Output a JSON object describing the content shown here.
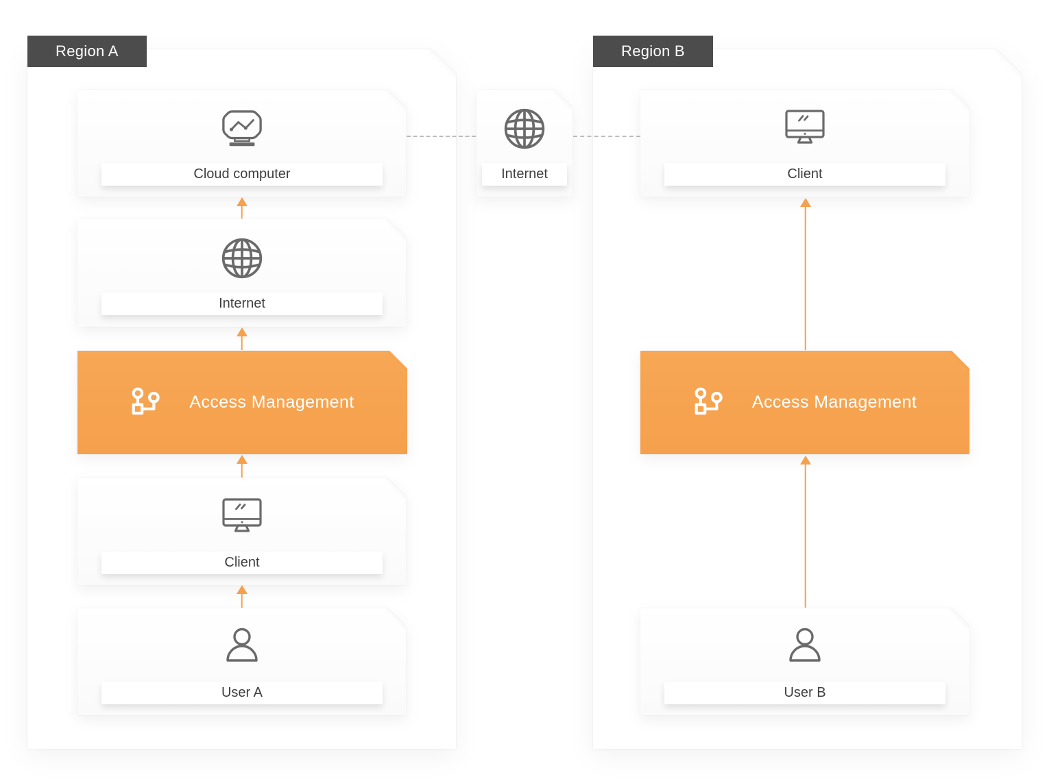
{
  "diagram": {
    "region_a": {
      "label": "Region A",
      "nodes": [
        {
          "id": "cloud-computer",
          "label": "Cloud computer",
          "icon": "monitor-chart-icon",
          "type": "plain"
        },
        {
          "id": "internet-a",
          "label": "Internet",
          "icon": "globe-icon",
          "type": "plain"
        },
        {
          "id": "access-management-a",
          "label": "Access Management",
          "icon": "workflow-icon",
          "type": "accent"
        },
        {
          "id": "client-a",
          "label": "Client",
          "icon": "desktop-icon",
          "type": "plain"
        },
        {
          "id": "user-a",
          "label": "User A",
          "icon": "person-icon",
          "type": "plain"
        }
      ]
    },
    "region_b": {
      "label": "Region B",
      "nodes": [
        {
          "id": "client-b",
          "label": "Client",
          "icon": "desktop-icon",
          "type": "plain"
        },
        {
          "id": "access-management-b",
          "label": "Access Management",
          "icon": "workflow-icon",
          "type": "accent"
        },
        {
          "id": "user-b",
          "label": "User B",
          "icon": "person-icon",
          "type": "plain"
        }
      ]
    },
    "internet_hub": {
      "label": "Internet",
      "icon": "globe-icon"
    },
    "flows": [
      {
        "from": "User A",
        "to": "Client",
        "region": "A",
        "style": "arrow"
      },
      {
        "from": "Client",
        "to": "Access Management",
        "region": "A",
        "style": "arrow"
      },
      {
        "from": "Access Management",
        "to": "Internet",
        "region": "A",
        "style": "arrow"
      },
      {
        "from": "Internet",
        "to": "Cloud computer",
        "region": "A",
        "style": "arrow"
      },
      {
        "from": "User B",
        "to": "Access Management",
        "region": "B",
        "style": "arrow"
      },
      {
        "from": "Access Management",
        "to": "Client",
        "region": "B",
        "style": "arrow"
      },
      {
        "from": "Cloud computer",
        "to": "Internet hub",
        "style": "dashed"
      },
      {
        "from": "Internet hub",
        "to": "Client (Region B)",
        "style": "dashed"
      }
    ],
    "colors": {
      "accent_orange": "#F6A452",
      "arrow_orange": "#F5A04C",
      "region_label_bg": "#4C4C4C",
      "icon_gray": "#6A6A6A",
      "text_dark": "#3E3E3E",
      "dashed_gray": "#BDBDBD"
    }
  }
}
